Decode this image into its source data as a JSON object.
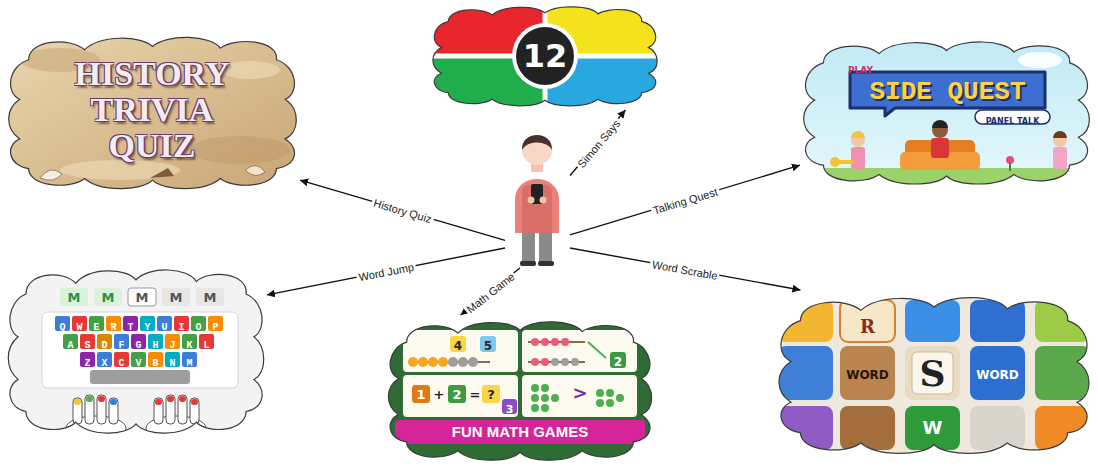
{
  "diagram": {
    "nodes": [
      {
        "text": [
          "HISTORY TRIVIA QUIZ"
        ]
      },
      {
        "text": [
          "12"
        ]
      },
      {
        "text": [
          "PLAY",
          "SIDE QUEST",
          "PANEL TALK"
        ]
      },
      {
        "text": []
      },
      {
        "text": [
          "M",
          "M",
          "M",
          "M",
          "M",
          "QWERTYUIOP",
          "ASDFGHJKL",
          "ZXCVBNM"
        ]
      },
      {
        "text": [
          "4",
          "5",
          "2",
          "1",
          "+",
          "2",
          "=",
          "?",
          "3",
          ">",
          "FUN MATH GAMES"
        ]
      },
      {
        "text": [
          "R",
          "WORD",
          "S",
          "WORD",
          "W"
        ]
      }
    ],
    "edges": [
      {
        "from": 3,
        "to": 0,
        "arrow": "to",
        "label": "History Quiz"
      },
      {
        "from": 3,
        "to": 1,
        "arrow": "to",
        "label": "Simon Says"
      },
      {
        "from": 3,
        "to": 2,
        "arrow": "to",
        "label": "Talking Quest"
      },
      {
        "from": 3,
        "to": 4,
        "arrow": "to",
        "label": "Word Jump"
      },
      {
        "from": 3,
        "to": 5,
        "arrow": "to",
        "label": "Math Game"
      },
      {
        "from": 3,
        "to": 6,
        "arrow": "to",
        "label": "Word Scrable"
      }
    ]
  }
}
